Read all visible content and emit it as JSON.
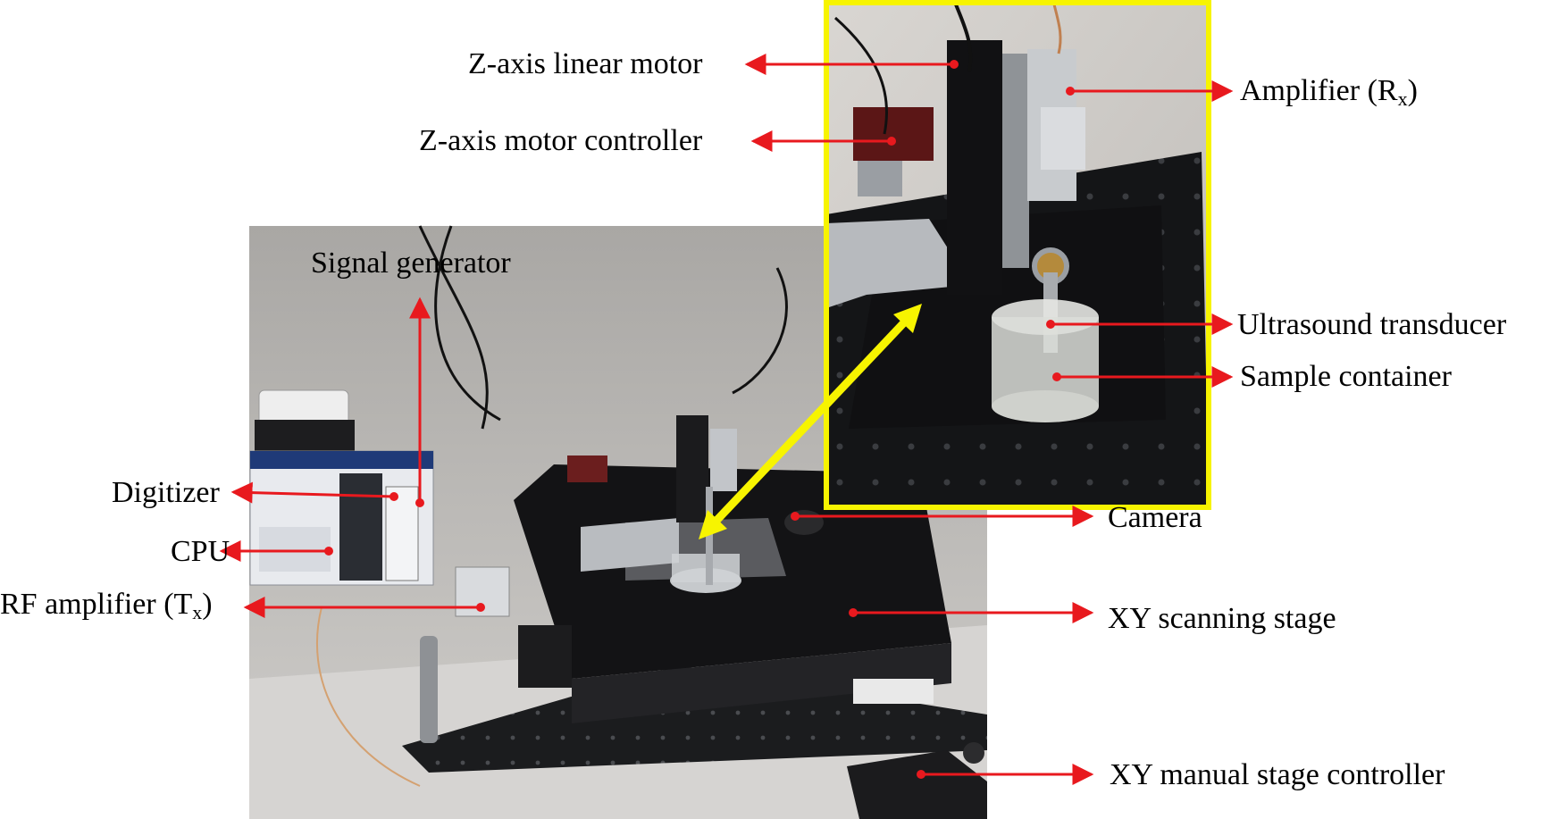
{
  "labels": {
    "z_motor": "Z-axis linear motor",
    "z_controller": "Z-axis motor controller",
    "signal_gen": "Signal generator",
    "digitizer": "Digitizer",
    "cpu": "CPU",
    "rf_amp": "RF amplifier (T",
    "rf_amp_sub": "x",
    "rf_amp_close": ")",
    "amplifier_rx": "Amplifier (R",
    "amplifier_rx_sub": "x",
    "amplifier_rx_close": ")",
    "transducer": "Ultrasound transducer",
    "container": "Sample container",
    "camera": "Camera",
    "xy_stage": "XY scanning stage",
    "xy_manual": "XY manual stage controller"
  },
  "colors": {
    "arrow": "#e8191e",
    "inset_border": "#f7f400",
    "zoom_arrow": "#f7f400",
    "wall": "#c9c6c3",
    "desk": "#d6d4d2",
    "breadboard": "#1b1c1e",
    "stage_black": "#121214",
    "metal": "#b9bcc0",
    "ni_chassis": "#e8eaee"
  }
}
